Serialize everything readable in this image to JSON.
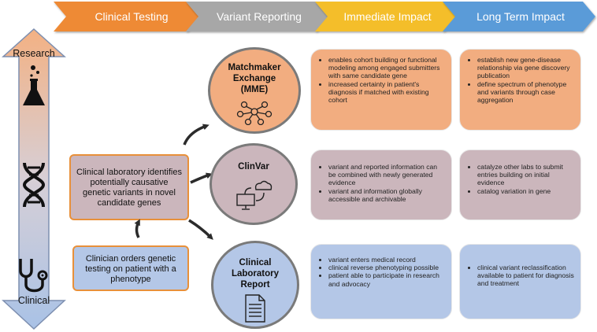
{
  "header": {
    "stages": [
      {
        "label": "Clinical Testing",
        "color": "#ee8a35"
      },
      {
        "label": "Variant Reporting",
        "color": "#a7a7a7"
      },
      {
        "label": "Immediate Impact",
        "color": "#f4be2a"
      },
      {
        "label": "Long Term Impact",
        "color": "#5a9bd8"
      }
    ]
  },
  "axis": {
    "top_label": "Research",
    "bottom_label": "Clinical"
  },
  "left_boxes": {
    "lab": "Clinical laboratory identifies potentially causative genetic variants in novel candidate genes",
    "clinician": "Clinician orders genetic testing on patient with a phenotype"
  },
  "rows": [
    {
      "circle_title": "Matchmaker Exchange (MME)",
      "immediate": [
        "enables cohort building or functional modeling among engaged submitters with same candidate gene",
        "increased certainty in patient's diagnosis if matched with existing cohort"
      ],
      "long_term": [
        "establish new gene-disease relationship via gene discovery publication",
        "define spectrum of phenotype and variants through case aggregation"
      ]
    },
    {
      "circle_title": "ClinVar",
      "immediate": [
        "variant and reported information can be combined with newly generated evidence",
        "variant and information globally accessible and archivable"
      ],
      "long_term": [
        "catalyze other labs to submit entries building on initial evidence",
        "catalog variation in gene"
      ]
    },
    {
      "circle_title": "Clinical Laboratory Report",
      "immediate": [
        "variant enters medical record",
        "clinical reverse phenotyping possible",
        "patient able to participate in research and advocacy"
      ],
      "long_term": [
        "clinical variant reclassification available to patient for diagnosis and treatment"
      ]
    }
  ],
  "colors": {
    "orange_fill": "#f2ad80",
    "mauve_fill": "#cbb6bc",
    "blue_fill": "#b4c7e7",
    "box_border": "#e8e8e8",
    "arrow_gradient_top": "#f3b183",
    "arrow_gradient_bottom": "#a9c2e6"
  },
  "icons": [
    "flask-icon",
    "dna-icon",
    "stethoscope-icon",
    "network-icon",
    "cloud-computer-icon",
    "document-icon"
  ]
}
